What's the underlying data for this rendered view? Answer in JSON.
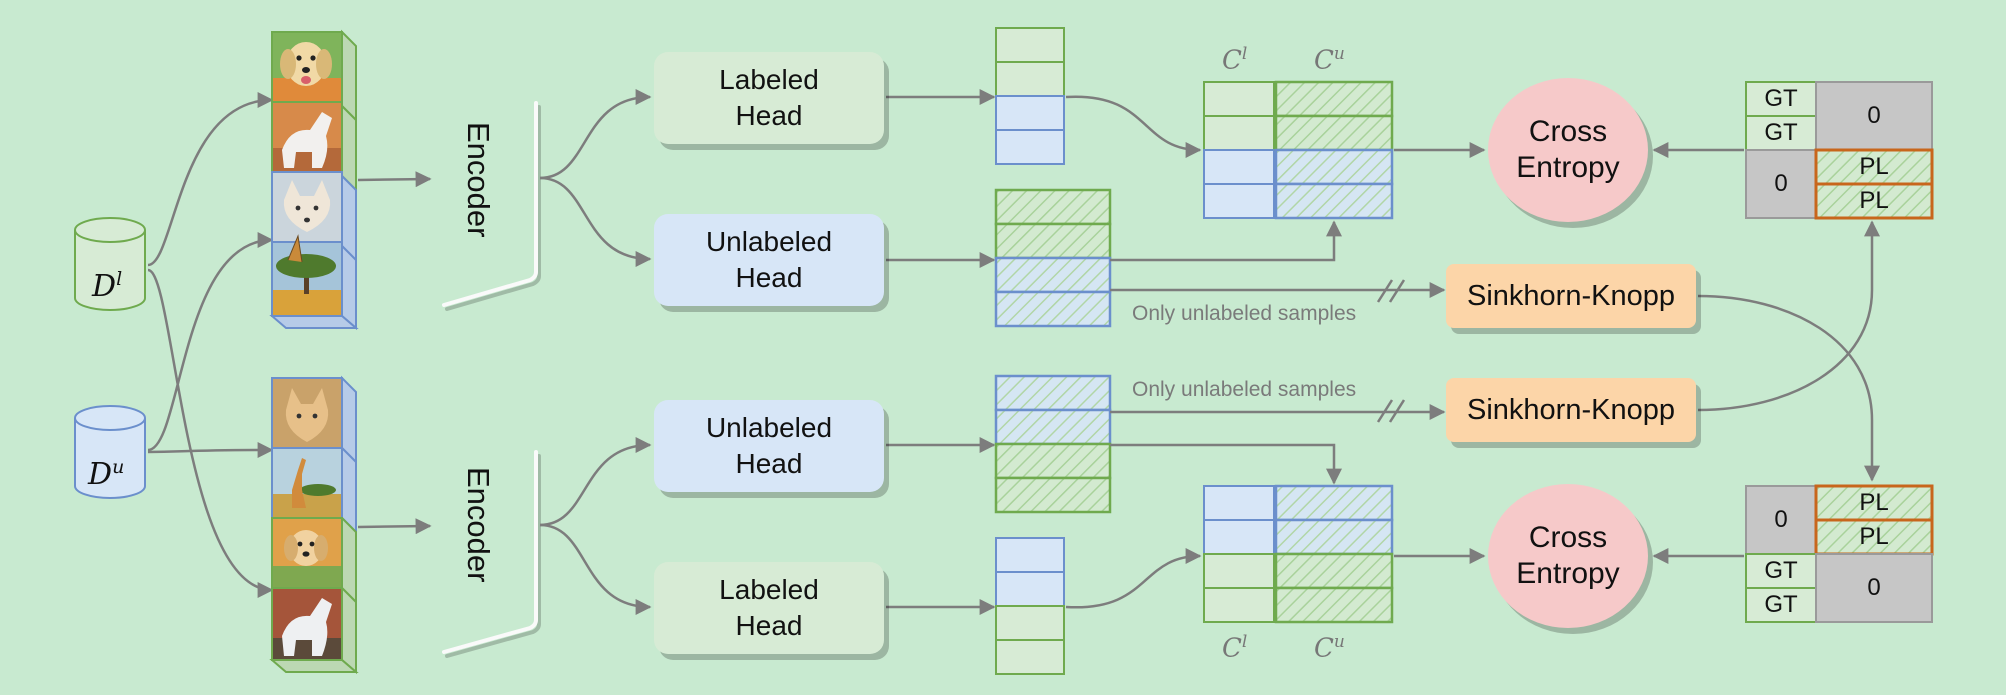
{
  "colors": {
    "background": "#c8ead0",
    "labeled": "#d7ebd5",
    "unlabeled": "#d7e6f7",
    "labeled_stroke": "#6faa4e",
    "unlabeled_stroke": "#6b8fcc",
    "pseudo_label_stroke": "#c8661c",
    "sinkhorn": "#fcd5a8",
    "cross_entropy": "#f6c9c9",
    "arrow": "#7d7d7d",
    "gray_block": "#c6c6c6"
  },
  "datasets": {
    "labeled": {
      "symbol": "D",
      "sup": "l"
    },
    "unlabeled": {
      "symbol": "D",
      "sup": "u"
    }
  },
  "images": {
    "top": [
      "dog-image",
      "horse-image",
      "fox-image",
      "tree-image"
    ],
    "bottom": [
      "fox-image",
      "giraffe-image",
      "dog-image",
      "horse-image"
    ]
  },
  "top": {
    "encoder": "Encoder",
    "labeled_head": "Labeled\nHead",
    "unlabeled_head": "Unlabeled\nHead",
    "only_unlabeled": "Only unlabeled samples",
    "sinkhorn": "Sinkhorn-Knopp",
    "cross_entropy": "Cross\nEntropy",
    "targets": {
      "gt": [
        "GT",
        "GT"
      ],
      "zero_top": "0",
      "zero_left": "0",
      "pl": [
        "PL",
        "PL"
      ]
    }
  },
  "bottom": {
    "encoder": "Encoder",
    "labeled_head": "Labeled\nHead",
    "unlabeled_head": "Unlabeled\nHead",
    "only_unlabeled": "Only unlabeled samples",
    "sinkhorn": "Sinkhorn-Knopp",
    "cross_entropy": "Cross\nEntropy",
    "targets": {
      "zero_left": "0",
      "pl": [
        "PL",
        "PL"
      ],
      "gt": [
        "GT",
        "GT"
      ],
      "zero_bottom": "0"
    }
  },
  "class_sets": {
    "labeled": {
      "symbol": "C",
      "sup": "l"
    },
    "unlabeled": {
      "symbol": "C",
      "sup": "u"
    }
  }
}
